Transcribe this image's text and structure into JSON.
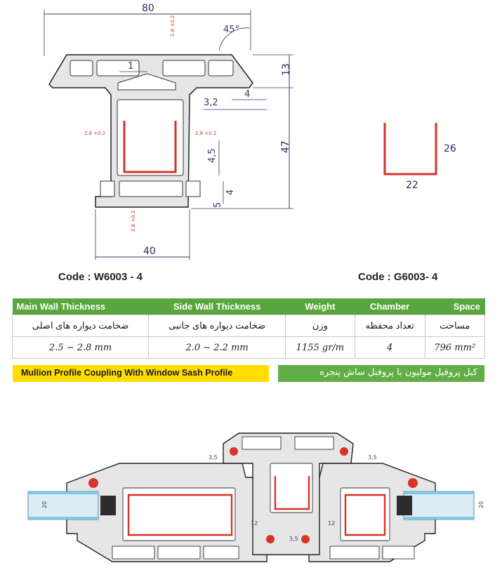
{
  "top_drawing": {
    "dims": {
      "width_top": "80",
      "angle": "45°",
      "wall_1": "1",
      "height_13": "13",
      "dim_4a": "4",
      "dim_32": "3,2",
      "height_47": "47",
      "dim_45": "4,5",
      "dim_4b": "4",
      "dim_5": "5",
      "width_bottom": "40"
    },
    "red_tol": "2.8+0.2 / -0.2",
    "gasket_width": "22",
    "gasket_height": "26"
  },
  "codes": {
    "left": "Code : W6003 - 4",
    "right": "Code : G6003- 4"
  },
  "spec_table": {
    "headers": [
      "Main Wall Thickness",
      "Side Wall Thickness",
      "Weight",
      "Chamber",
      "Space"
    ],
    "fa_labels": [
      "ضخامت دیواره های اصلی",
      "ضخامت دیواره های جانبی",
      "وزن",
      "تعداد محفظه",
      "مساحت"
    ],
    "values": [
      "2.5 − 2.8 mm",
      "2.0 − 2.2 mm",
      "1155 gr/m",
      "4",
      "796 mm²"
    ]
  },
  "banner": {
    "en": "Mullion Profile Coupling With Window Sash Profile",
    "fa": "کیل پروفیل مولیون با پروفیل ساش پنجره"
  },
  "bottom_drawing": {
    "dims": {
      "left_35": "3,5",
      "right_35": "3,5",
      "bottom_35": "3,5",
      "left_12": "12",
      "right_12": "12",
      "glass_left": "20",
      "glass_right": "20"
    }
  },
  "colors": {
    "green": "#5aa63e",
    "yellow": "#ffde00",
    "dim_blue": "#2d2d5e",
    "profile_gray": "#e4e4e4",
    "steel_red": "#d8332a",
    "glass_blue": "#7ec8e3"
  }
}
